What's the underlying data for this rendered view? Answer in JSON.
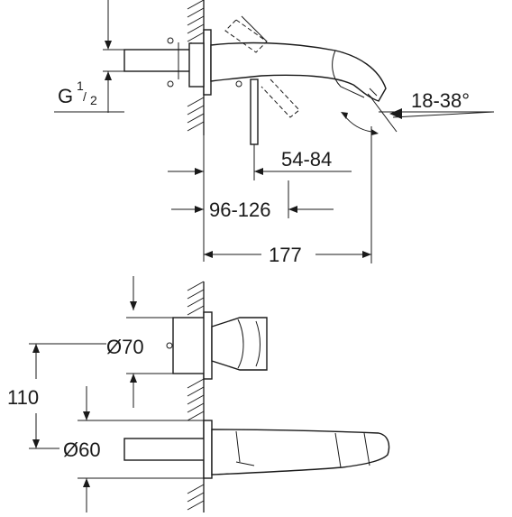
{
  "dimensions": {
    "thread_main": "G",
    "thread_num": "1",
    "thread_den": "2",
    "angle": "18-38°",
    "offset_lever": "54-84",
    "offset_body": "96-126",
    "projection": "177",
    "height": "110",
    "diam_plate": "Ø70",
    "diam_spout": "Ø60"
  }
}
